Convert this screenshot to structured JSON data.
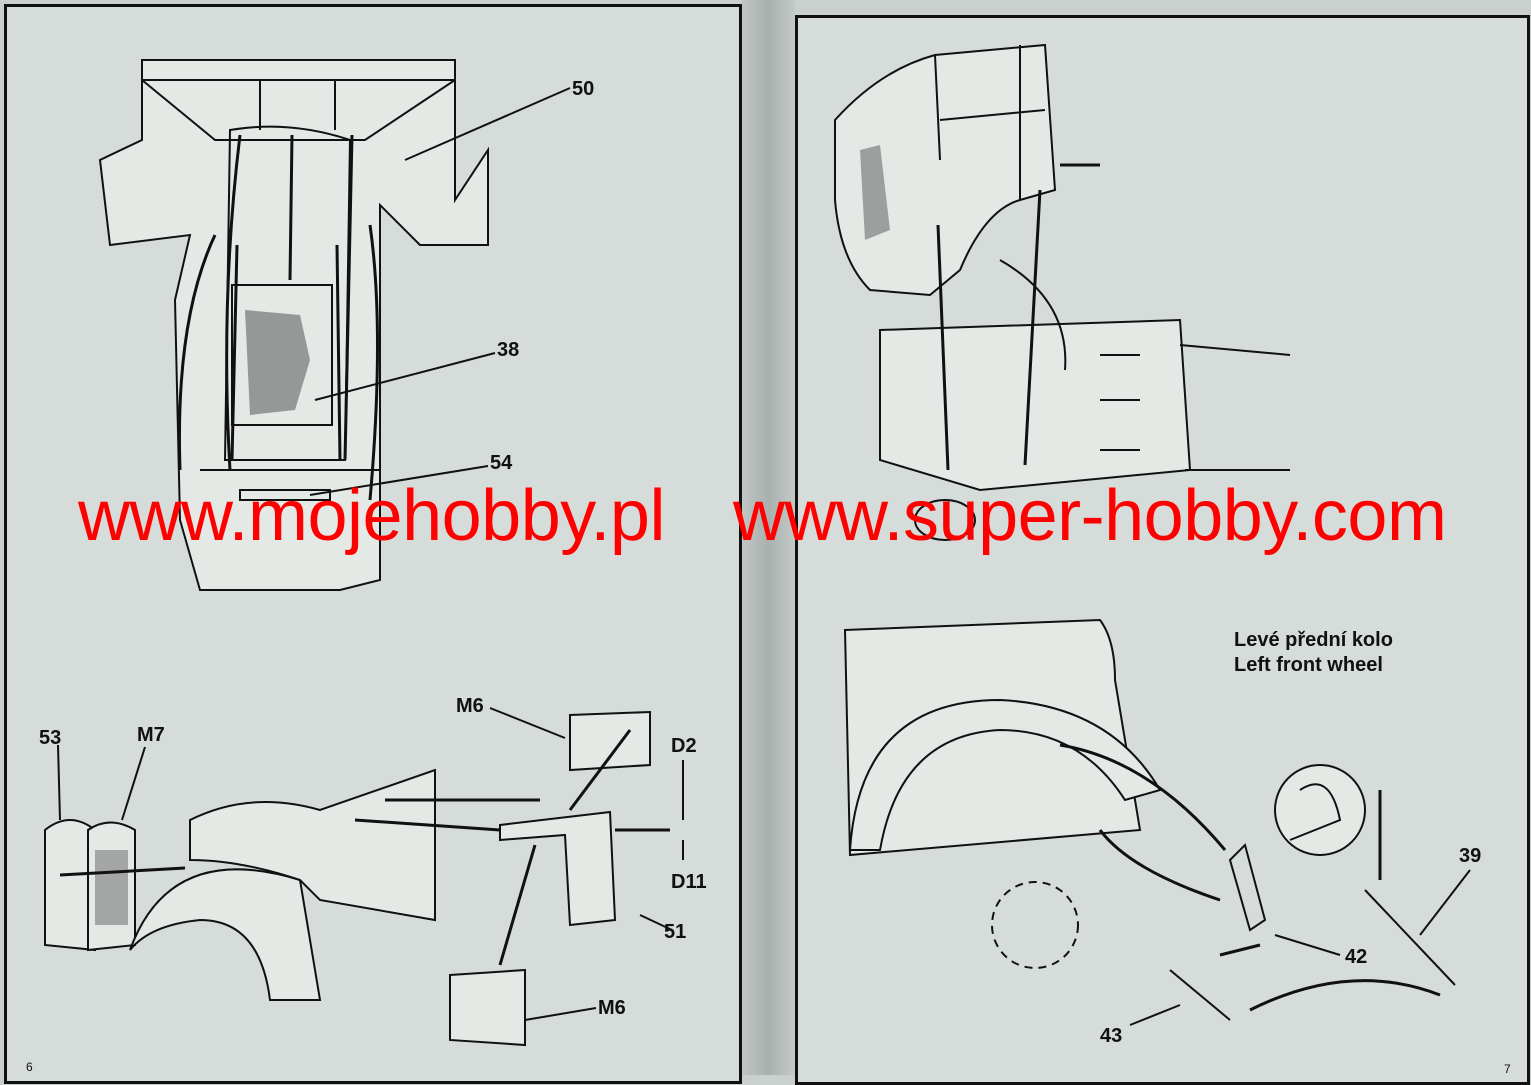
{
  "left_page": {
    "page_number": "6",
    "part_labels": {
      "p50": "50",
      "p38": "38",
      "p54": "54",
      "p53": "53",
      "m7": "M7",
      "m6_top": "M6",
      "d2": "D2",
      "d11": "D11",
      "p51": "51",
      "m6_bottom": "M6"
    }
  },
  "right_page": {
    "page_number": "7",
    "caption_cz": "Levé přední kolo",
    "caption_en": "Left front wheel",
    "part_labels": {
      "p39": "39",
      "p42": "42",
      "p43": "43"
    }
  },
  "watermark": {
    "left": "www.mojehobby.pl",
    "right": "www.super-hobby.com",
    "color": "#ff0000"
  }
}
